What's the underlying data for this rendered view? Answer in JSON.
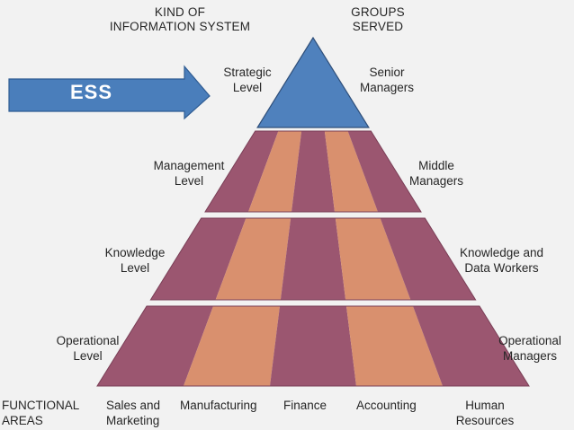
{
  "headers": {
    "kind_of_information_system": "KIND OF\nINFORMATION SYSTEM",
    "groups_served": "GROUPS\nSERVED"
  },
  "arrow": {
    "label": "ESS",
    "color": "#4a7ebb"
  },
  "levels": [
    {
      "level": "Strategic\nLevel",
      "group": "Senior\nManagers"
    },
    {
      "level": "Management\nLevel",
      "group": "Middle\nManagers"
    },
    {
      "level": "Knowledge\nLevel",
      "group": "Knowledge and\nData Workers"
    },
    {
      "level": "Operational\nLevel",
      "group": "Operational\nManagers"
    }
  ],
  "functional_areas": {
    "label": "FUNCTIONAL\nAREAS",
    "areas": [
      "Sales and\nMarketing",
      "Manufacturing",
      "Finance",
      "Accounting",
      "Human\nResources"
    ]
  },
  "colors": {
    "apex": "#4f81bd",
    "mauve": "#9b5670",
    "orange": "#d9906e",
    "background": "#f2f2f2"
  }
}
